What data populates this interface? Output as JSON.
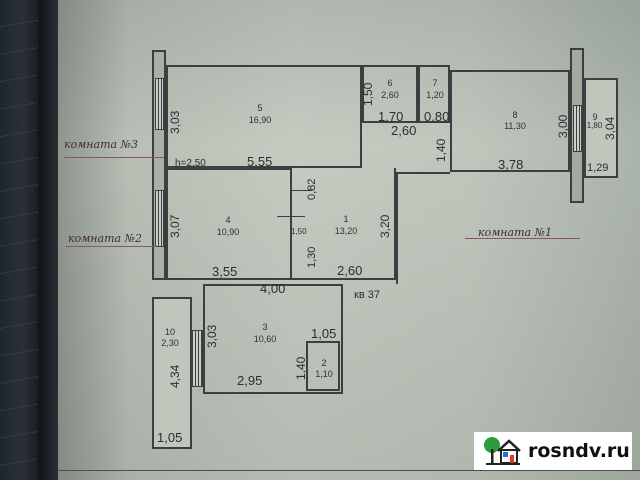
{
  "floorplan": {
    "apartment_label": "кв 37",
    "ceiling_height": "h=2,50",
    "rooms": [
      {
        "number": "1",
        "area": "13,20"
      },
      {
        "number": "2",
        "area": "1,10"
      },
      {
        "number": "3",
        "area": "10,60"
      },
      {
        "number": "4",
        "area": "10,90"
      },
      {
        "number": "5",
        "area": "16,90"
      },
      {
        "number": "6",
        "area": "2,60"
      },
      {
        "number": "7",
        "area": "1,20"
      },
      {
        "number": "8",
        "area": "11,30"
      },
      {
        "number": "9",
        "area": "1,80"
      },
      {
        "number": "10",
        "area": "2,30"
      }
    ],
    "dimensions": {
      "r5_height": "3,03",
      "r5_width": "5,55",
      "r6_height": "1,50",
      "r6_width": "1,70",
      "r7_width": "0,80",
      "corridor_width": "2,60",
      "corridor_height": "1,40",
      "r8_height": "3,00",
      "r8_width": "3,78",
      "r9_height": "3,04",
      "r9_width": "1,29",
      "r1_upper": "0,82",
      "r1_mid": "1,50",
      "r1_lower": "1,30",
      "r1_height": "3,20",
      "r1_width": "2,60",
      "r4_height": "3,07",
      "r4_width": "3,55",
      "r3_top": "4,00",
      "r3_height": "3,03",
      "r3_width": "2,95",
      "r2_width": "1,05",
      "r2_height": "1,40",
      "r10_height": "4,34",
      "r10_width": "1,05"
    },
    "handwritten": {
      "room3": "комната №3",
      "room2": "комната №2",
      "room1": "комната №1"
    }
  },
  "watermark": {
    "text": "rosndv.ru",
    "icon": "house-tree-icon",
    "colors": {
      "tree": "#2e9a3e",
      "house_window": "#2b6fd6",
      "house_door": "#e0392b"
    }
  }
}
